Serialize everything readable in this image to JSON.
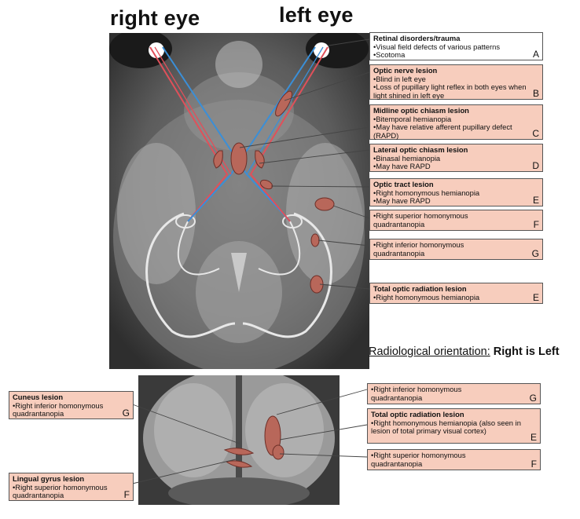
{
  "eyes": {
    "right": "right eye",
    "left": "left eye"
  },
  "orientation": {
    "prefix": "Radiological orientation:",
    "emphasis": "Right is Left"
  },
  "boxes": {
    "A": {
      "title": "Retinal disorders/trauma",
      "bullets": [
        "Visual field defects of various patterns",
        "Scotoma"
      ],
      "letter": "A"
    },
    "B": {
      "title": "Optic nerve lesion",
      "bullets": [
        "Blind in left eye",
        "Loss of pupillary light reflex in both eyes when light shined in left eye"
      ],
      "letter": "B"
    },
    "C": {
      "title": "Midline optic chiasm lesion",
      "bullets": [
        "Bitemporal hemianopia",
        "May have relative afferent pupillary defect (RAPD)"
      ],
      "letter": "C"
    },
    "D": {
      "title": "Lateral optic chiasm lesion",
      "bullets": [
        "Binasal hemianopia",
        "May have RAPD"
      ],
      "letter": "D"
    },
    "E1": {
      "title": "Optic tract lesion",
      "bullets": [
        "Right homonymous hemianopia",
        "May have RAPD"
      ],
      "letter": "E"
    },
    "F1": {
      "title": "",
      "bullets": [
        "Right superior homonymous quadrantanopia"
      ],
      "letter": "F"
    },
    "G1": {
      "title": "",
      "bullets": [
        "Right inferior homonymous quadrantanopia"
      ],
      "letter": "G"
    },
    "E2": {
      "title": "Total optic radiation lesion",
      "bullets": [
        "Right homonymous hemianopia"
      ],
      "letter": "E"
    },
    "G2": {
      "title": "",
      "bullets": [
        "Right inferior homonymous quadrantanopia"
      ],
      "letter": "G"
    },
    "E3": {
      "title": "Total optic radiation lesion",
      "bullets": [
        "Right homonymous hemianopia (also seen in lesion of total primary visual cortex)"
      ],
      "letter": "E"
    },
    "F2": {
      "title": "",
      "bullets": [
        "Right superior homonymous quadrantanopia"
      ],
      "letter": "F"
    },
    "G3": {
      "title": "Cuneus lesion",
      "bullets": [
        "Right inferior homonymous quadrantanopia"
      ],
      "letter": "G"
    },
    "F3": {
      "title": "Lingual gyrus lesion",
      "bullets": [
        "Right superior homonymous quadrantanopia"
      ],
      "letter": "F"
    }
  },
  "colors": {
    "box_fill": "#f7cdbd",
    "lesion": "#b8675a",
    "pathway_red": "#e0505a",
    "pathway_blue": "#3a8fd8"
  }
}
